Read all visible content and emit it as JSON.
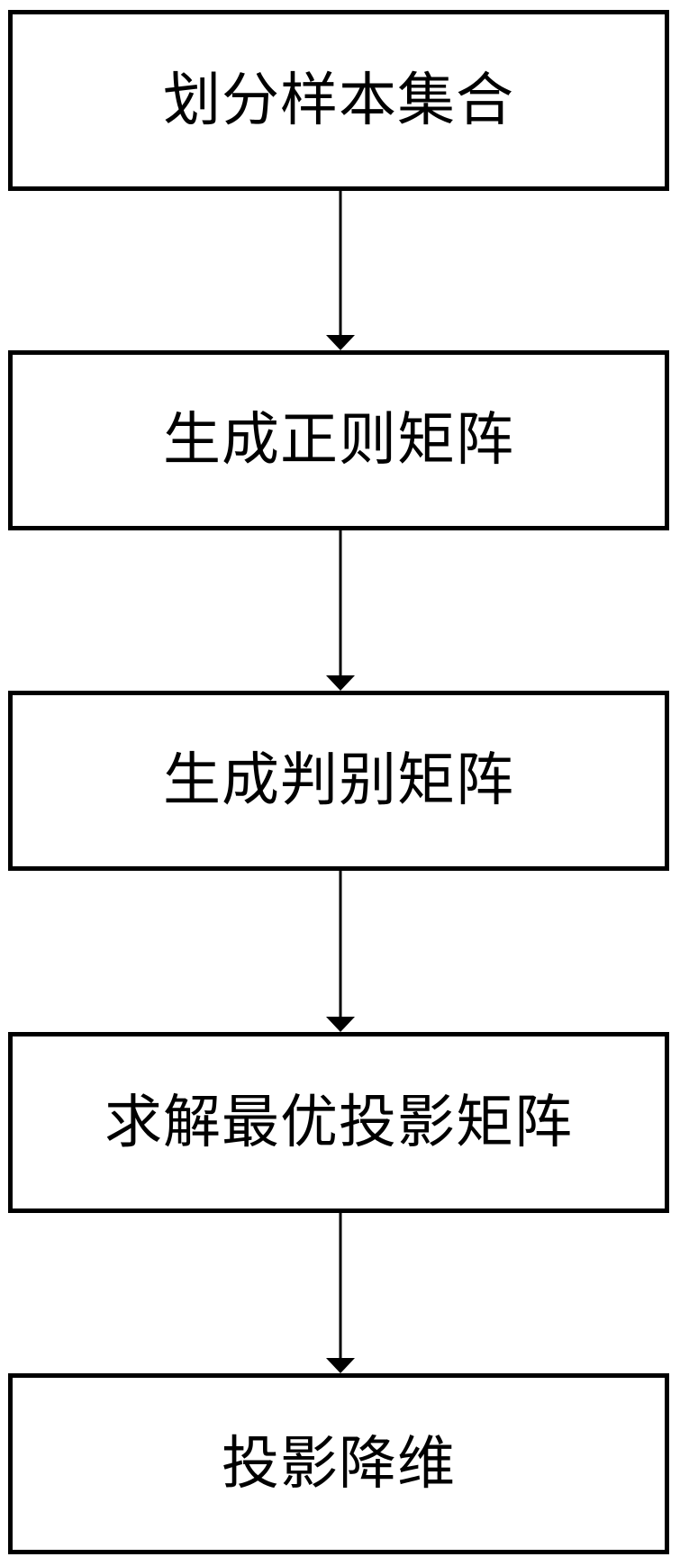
{
  "figure": {
    "type": "flowchart",
    "orientation": "vertical",
    "colors": {
      "background": "#ffffff",
      "node_border": "#000000",
      "text": "#000000",
      "arrow": "#000000"
    },
    "nodes": [
      {
        "label": "划分样本集合"
      },
      {
        "label": "生成正则矩阵"
      },
      {
        "label": "生成判别矩阵"
      },
      {
        "label": "求解最优投影矩阵"
      },
      {
        "label": "投影降维"
      }
    ],
    "connections": [
      {
        "from": 0,
        "to": 1,
        "style": "arrow-down"
      },
      {
        "from": 1,
        "to": 2,
        "style": "arrow-down"
      },
      {
        "from": 2,
        "to": 3,
        "style": "arrow-down"
      },
      {
        "from": 3,
        "to": 4,
        "style": "arrow-down"
      }
    ]
  }
}
